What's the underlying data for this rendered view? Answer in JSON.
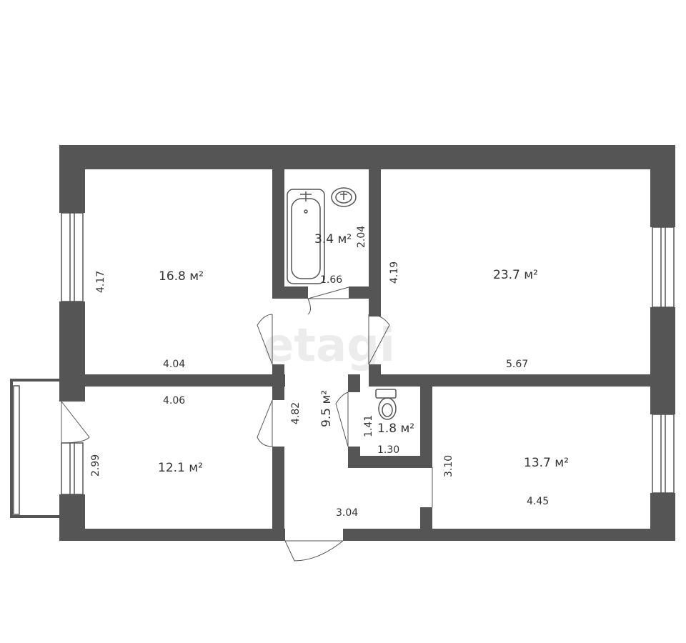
{
  "colors": {
    "wall": "#555555",
    "ink": "#333333",
    "watermark": "#ececec"
  },
  "watermark": "etagi",
  "rooms": [
    {
      "id": "room-top-left",
      "area": "16.8 м²",
      "dims": [
        "4.17",
        "4.04"
      ]
    },
    {
      "id": "bathroom",
      "area": "3.4 м²",
      "dims": [
        "2.04",
        "1.66"
      ]
    },
    {
      "id": "room-top-right",
      "area": "23.7 м²",
      "dims": [
        "4.19",
        "5.67"
      ]
    },
    {
      "id": "room-bottom-left",
      "area": "12.1 м²",
      "dims": [
        "4.06",
        "2.99"
      ]
    },
    {
      "id": "hallway",
      "area": "9.5 м²",
      "dims": [
        "4.82",
        "3.04"
      ]
    },
    {
      "id": "toilet",
      "area": "1.8 м²",
      "dims": [
        "1.41",
        "1.30"
      ]
    },
    {
      "id": "room-bottom-right",
      "area": "13.7 м²",
      "dims": [
        "3.10",
        "4.45"
      ]
    }
  ],
  "fixtures": [
    "bathtub-icon",
    "sink-icon",
    "toilet-icon"
  ]
}
